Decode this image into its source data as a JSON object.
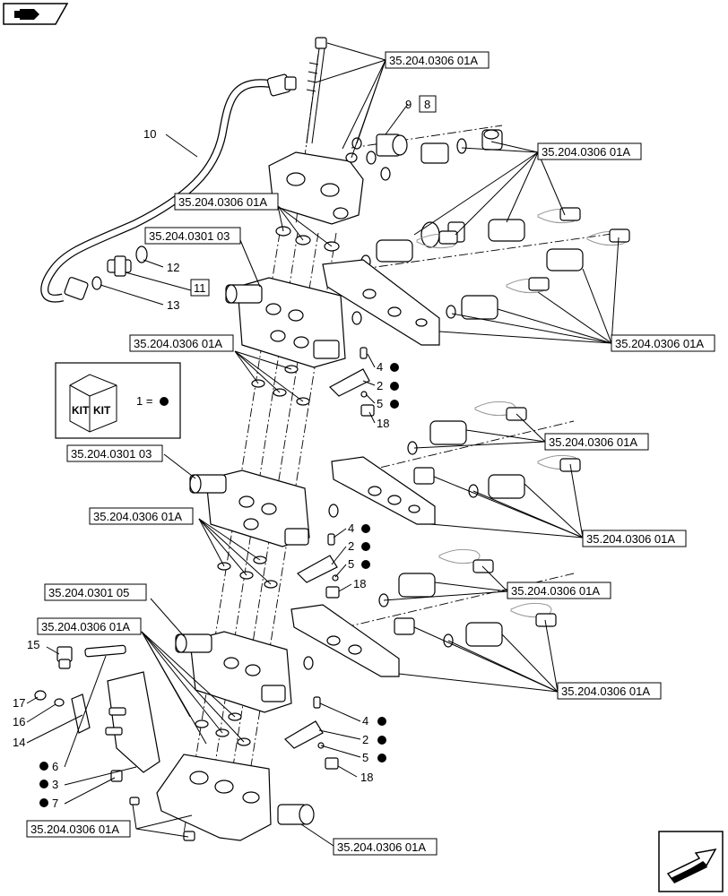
{
  "refs": {
    "r1": "35.204.0306 01A",
    "r2": "35.204.0306 01A",
    "r3": "35.204.0306 01A",
    "r4": "35.204.0301 03",
    "r5": "35.204.0306 01A",
    "r6": "35.204.0306 01A",
    "r7": "35.204.0306 01A",
    "r8": "35.204.0301 03",
    "r9": "35.204.0306 01A",
    "r10": "35.204.0306 01A",
    "r11": "35.204.0306 01A",
    "r12": "35.204.0301 05",
    "r13": "35.204.0306 01A",
    "r14": "35.204.0306 01A",
    "r15": "35.204.0306 01A",
    "r16": "35.204.0306 01A"
  },
  "item_numbers": {
    "n9": "9",
    "n8": "8",
    "n10": "10",
    "n12": "12",
    "n11": "11",
    "n13": "13",
    "a4": "4",
    "a2": "2",
    "a5": "5",
    "a18": "18",
    "b4": "4",
    "b2": "2",
    "b5": "5",
    "b18": "18",
    "c4": "4",
    "c2": "2",
    "c5": "5",
    "c18": "18",
    "n15": "15",
    "n17": "17",
    "n16": "16",
    "n14": "14",
    "n6": "6",
    "n3": "3",
    "n7": "7"
  },
  "kit": {
    "word1": "KIT",
    "word2": "KIT",
    "legend": "1 ="
  },
  "icons": {
    "top_left": "book-arrow-icon",
    "bottom_right": "next-page-arrow-icon"
  }
}
